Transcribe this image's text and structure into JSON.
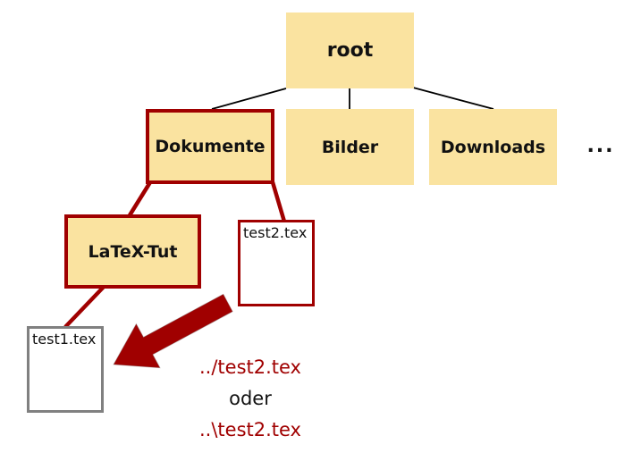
{
  "colors": {
    "folder_fill": "#FAE3A0",
    "highlight_red": "#A00000",
    "file_border_gray": "#808080",
    "connector_black": "#000000"
  },
  "nodes": {
    "root": "root",
    "dokumente": "Dokumente",
    "bilder": "Bilder",
    "downloads": "Downloads",
    "more_folders": "...",
    "latex_tut": "LaTeX-Tut",
    "test2_file": "test2.tex",
    "test1_file": "test1.tex"
  },
  "annotation": {
    "unix_path": "../test2.tex",
    "or_word": "oder",
    "windows_path": "..\\test2.tex"
  }
}
